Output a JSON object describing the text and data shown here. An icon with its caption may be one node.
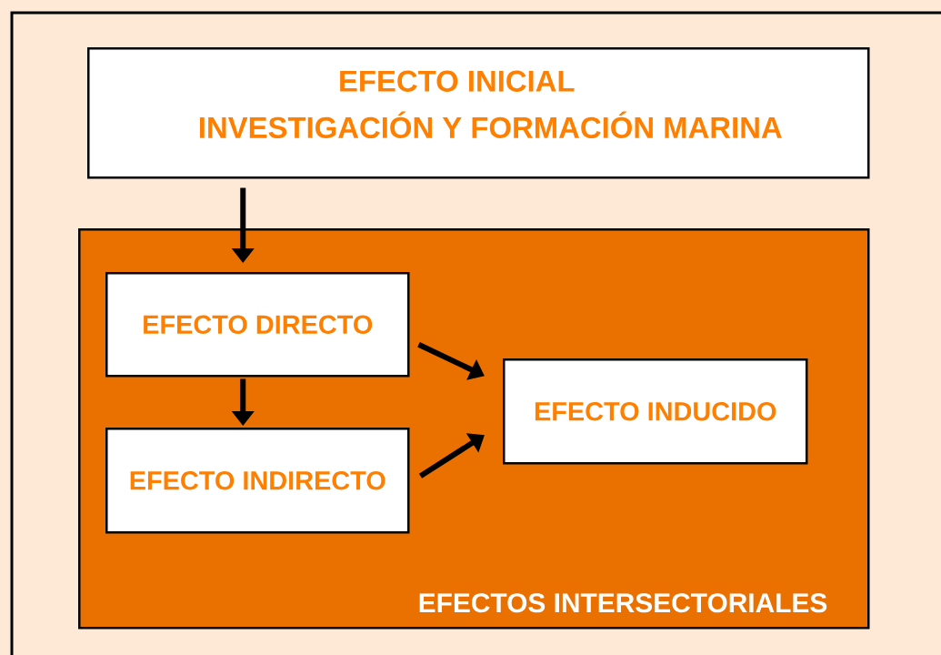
{
  "diagram": {
    "nodes": [
      {
        "text": [
          "EFECTO INICIAL",
          "INVESTIGACIÓN Y FORMACIÓN MARINA"
        ]
      },
      {
        "text": [
          "EFECTOS INTERSECTORIALES"
        ]
      },
      {
        "text": [
          "EFECTO DIRECTO"
        ],
        "in": 1
      },
      {
        "text": [
          "EFECTO INDIRECTO"
        ],
        "in": 1
      },
      {
        "text": [
          "EFECTO INDUCIDO"
        ],
        "in": 1
      }
    ],
    "edges": [
      {
        "from": 0,
        "to": 2,
        "arrow": "to"
      },
      {
        "from": 2,
        "to": 3,
        "arrow": "to"
      },
      {
        "from": 2,
        "to": 4,
        "arrow": "to"
      },
      {
        "from": 3,
        "to": 4,
        "arrow": "to"
      }
    ]
  }
}
